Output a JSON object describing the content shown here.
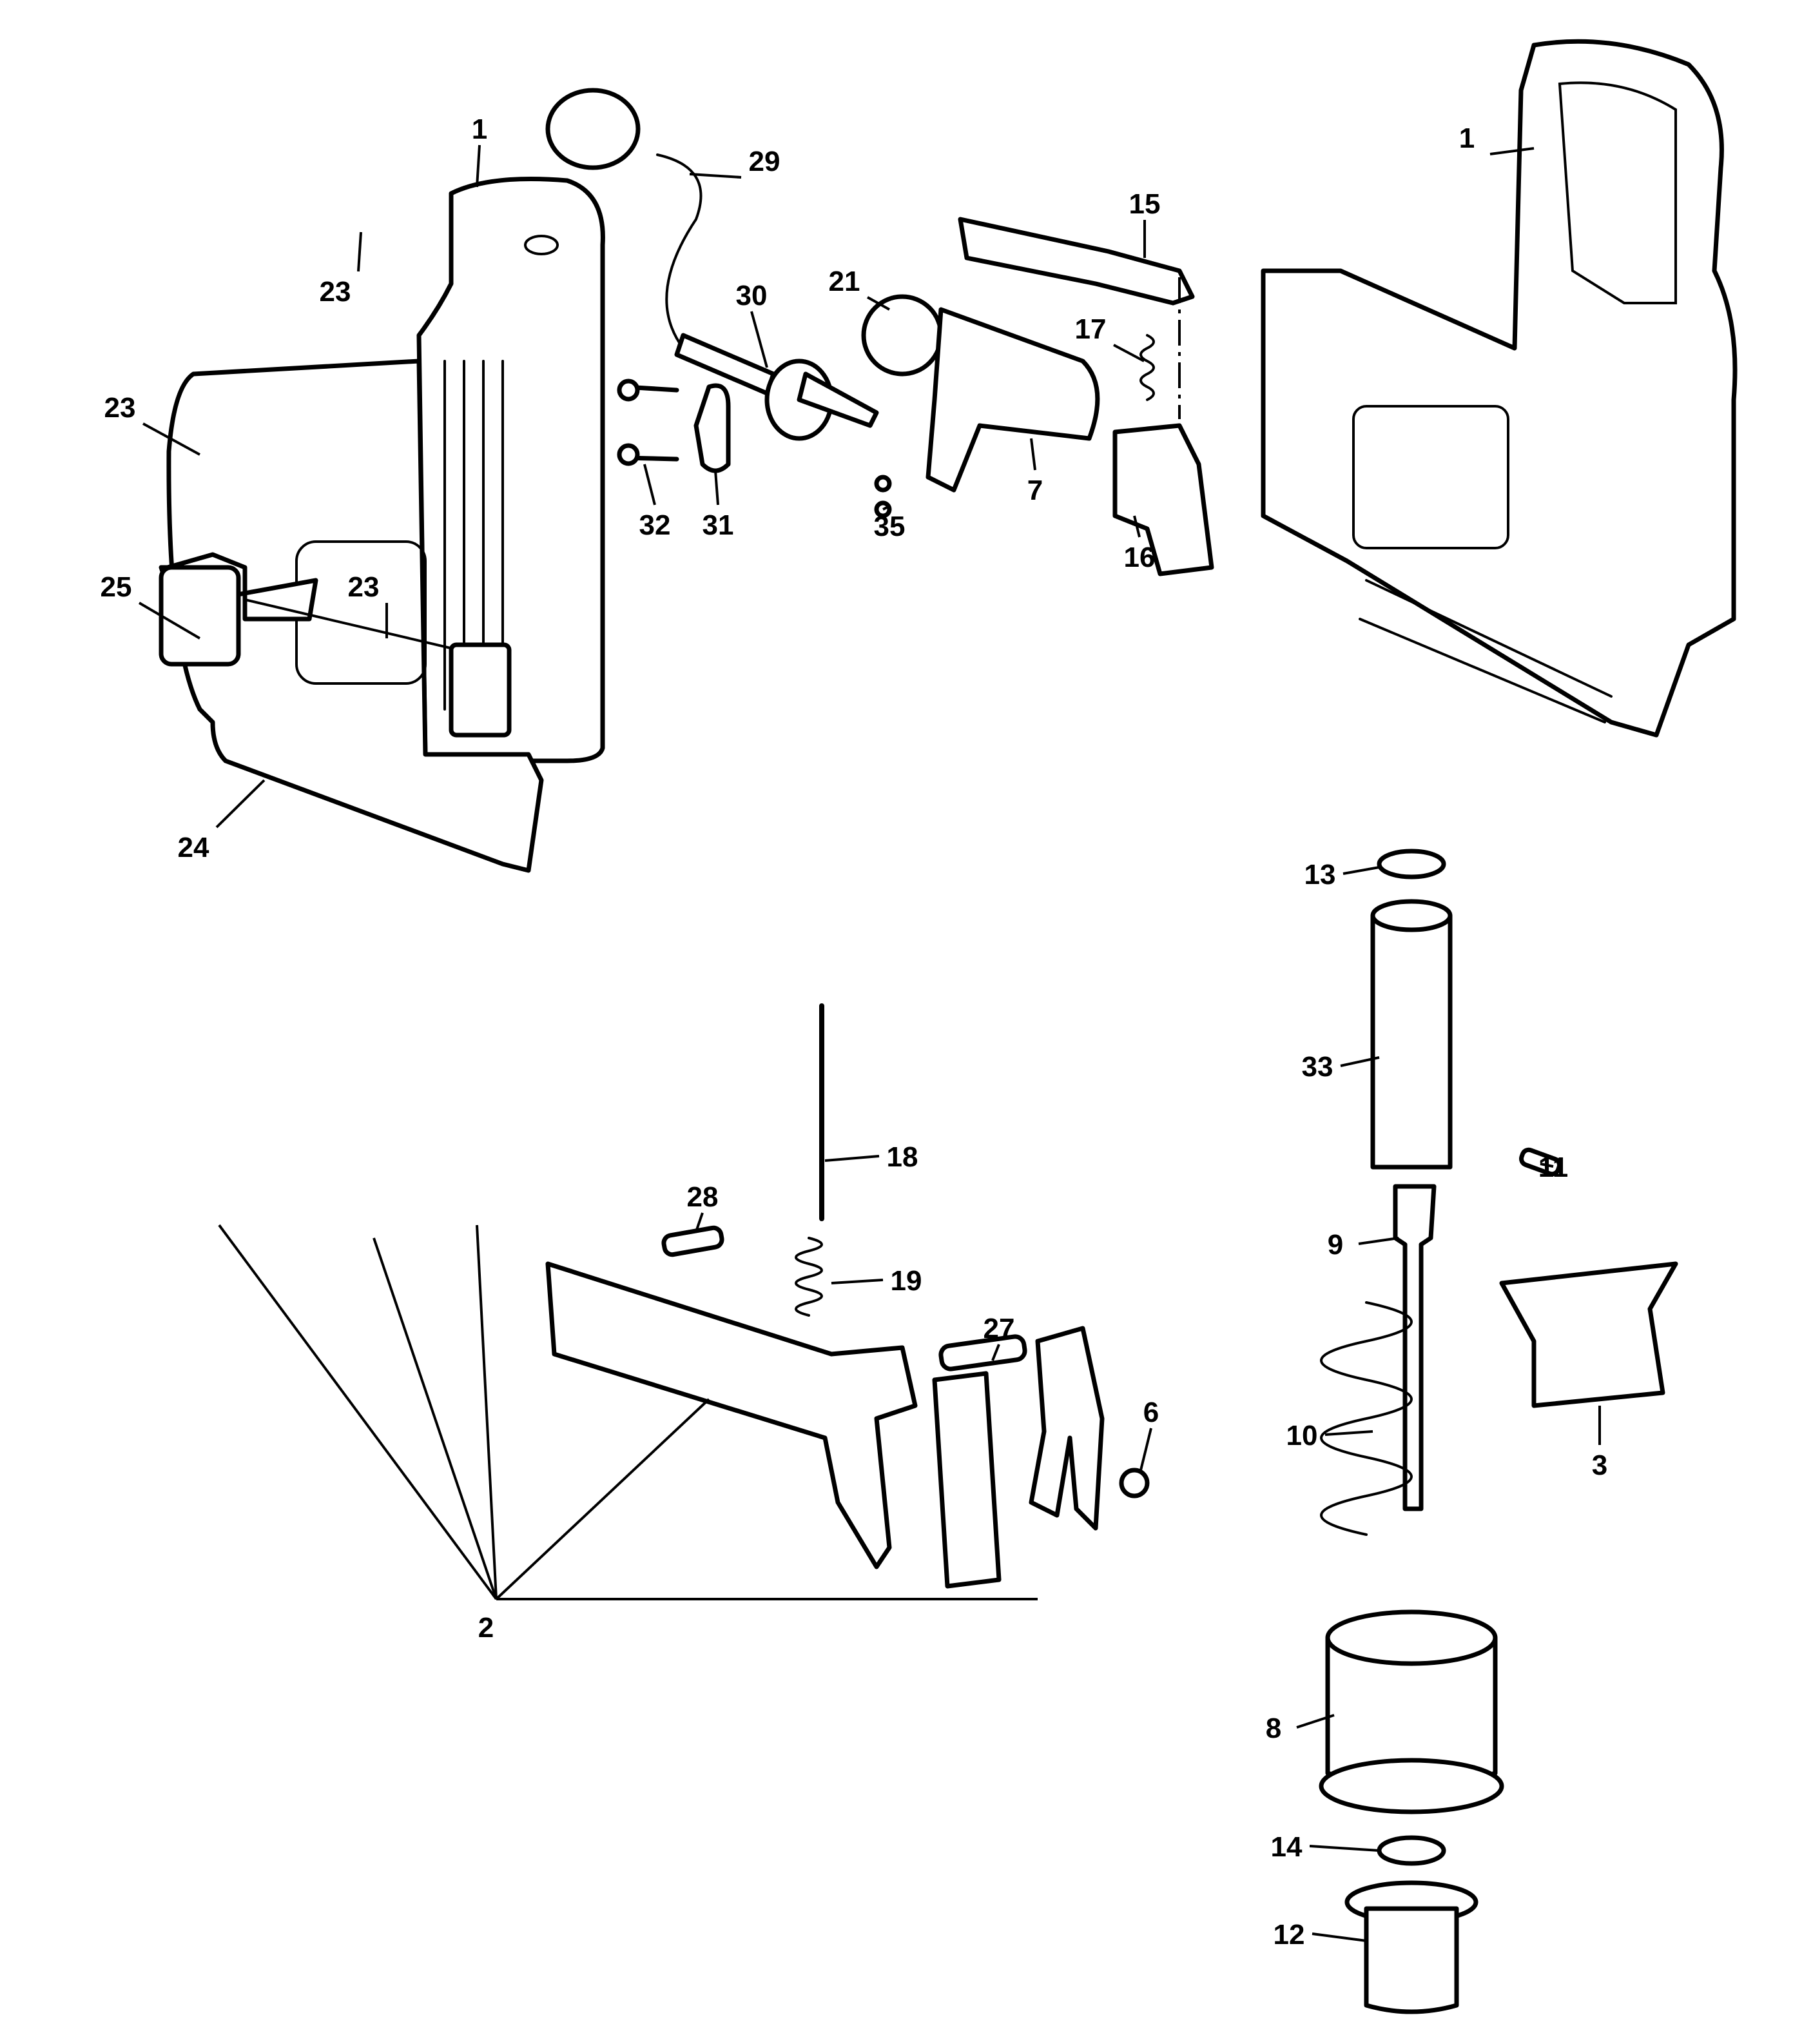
{
  "diagram": {
    "ink_color": "#000000",
    "background_color": "#ffffff",
    "callouts": [
      "1",
      "29",
      "23",
      "23",
      "25",
      "23",
      "24",
      "30",
      "21",
      "32",
      "31",
      "35",
      "7",
      "15",
      "17",
      "16",
      "1",
      "13",
      "33",
      "11",
      "9",
      "3",
      "10",
      "8",
      "14",
      "12",
      "18",
      "28",
      "19",
      "27",
      "6",
      "2"
    ]
  }
}
